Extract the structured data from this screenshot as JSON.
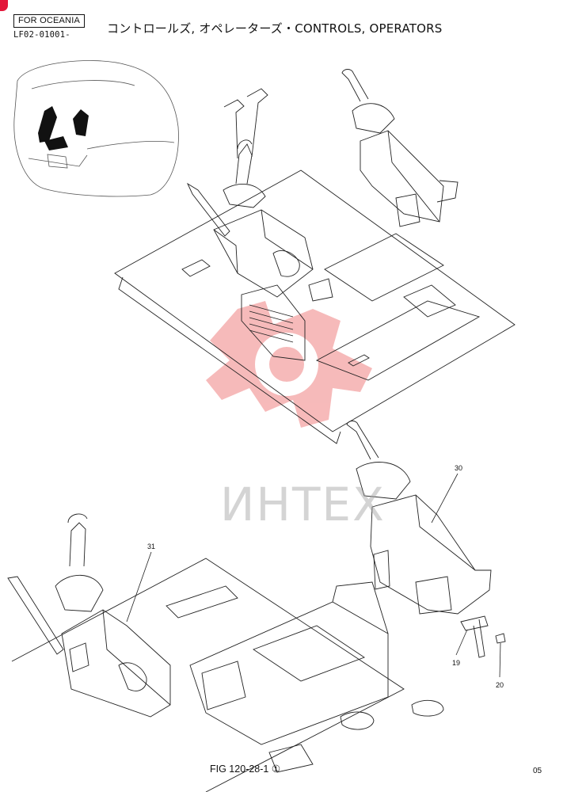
{
  "header": {
    "region_label": "FOR OCEANIA",
    "page_code": "LF02-01001-",
    "title": "コントロールズ, オペレーターズ・CONTROLS, OPERATORS"
  },
  "watermark": {
    "text": "ИНТЕХ",
    "color": "#f4a3a3"
  },
  "callouts": [
    {
      "id": "30",
      "label": "30"
    },
    {
      "id": "31",
      "label": "31"
    },
    {
      "id": "19",
      "label": "19"
    },
    {
      "id": "20",
      "label": "20"
    }
  ],
  "footer": {
    "figure": "FIG 120-28-1 ①",
    "page_number": "05"
  },
  "colors": {
    "accent": "#e3173a",
    "line": "#222222"
  }
}
